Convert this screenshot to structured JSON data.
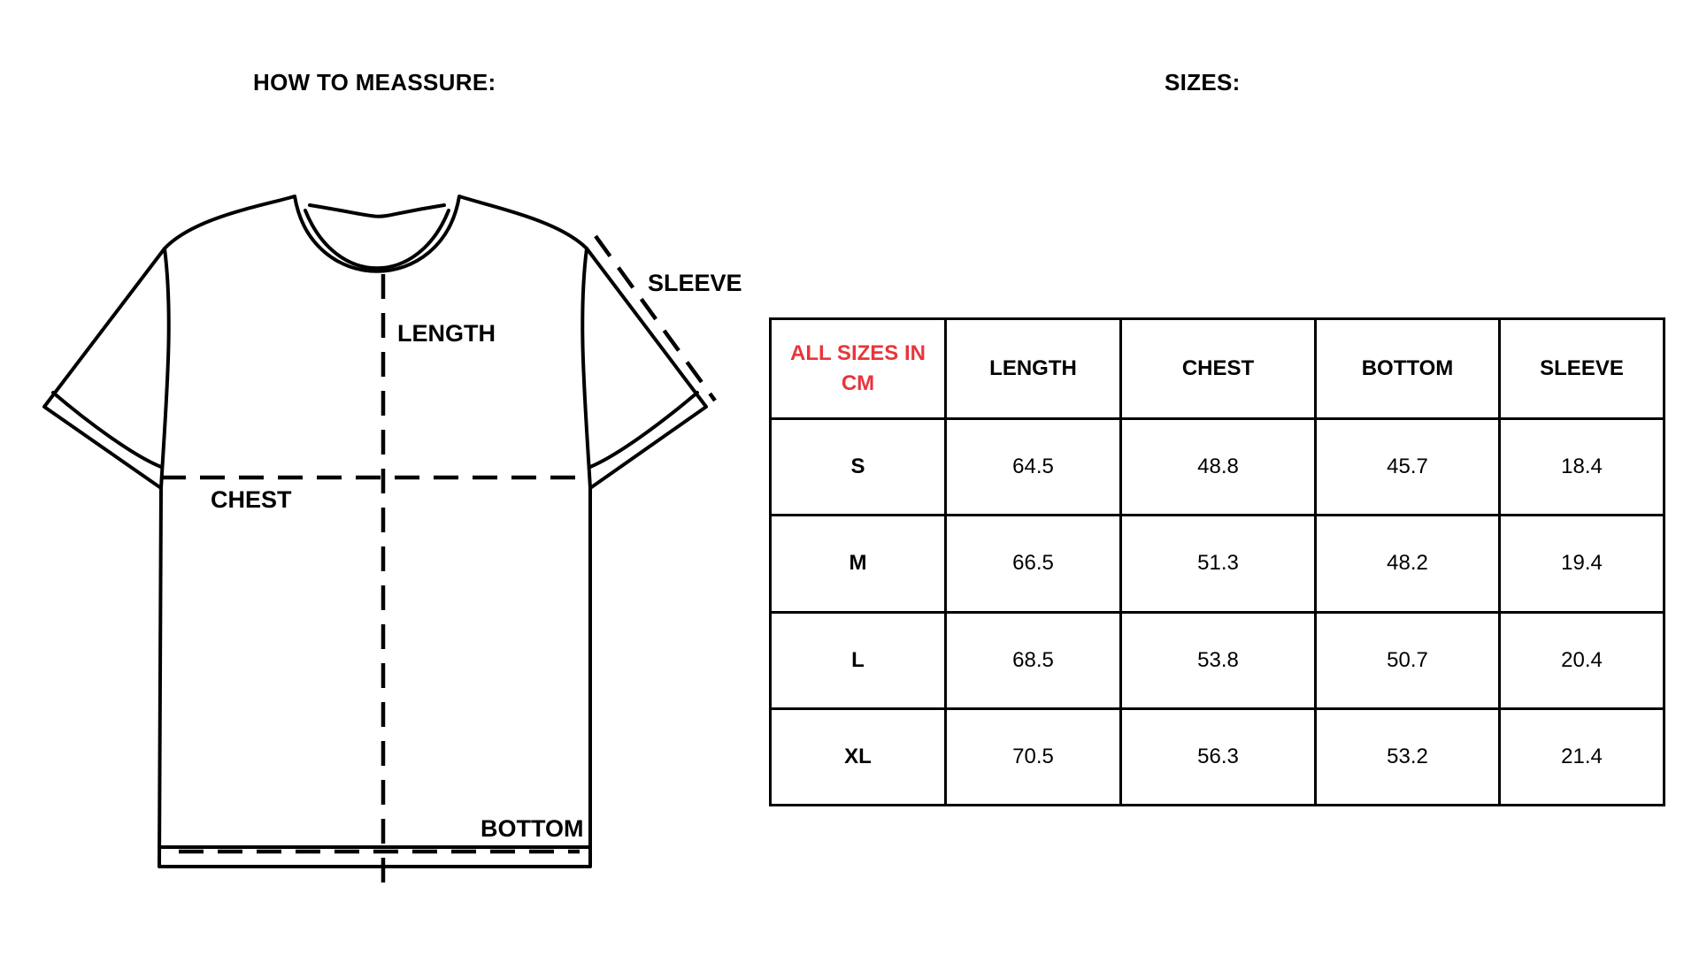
{
  "headings": {
    "how_to_measure": "HOW TO MEASSURE:",
    "sizes": "SIZES:"
  },
  "diagram": {
    "labels": {
      "length": "LENGTH",
      "chest": "CHEST",
      "sleeve": "SLEEVE",
      "bottom": "BOTTOM"
    }
  },
  "table": {
    "corner_label": "ALL SIZES IN CM",
    "corner_color": "#e8353b",
    "columns": [
      "LENGTH",
      "CHEST",
      "BOTTOM",
      "SLEEVE"
    ],
    "rows": [
      {
        "size": "S",
        "values": [
          "64.5",
          "48.8",
          "45.7",
          "18.4"
        ]
      },
      {
        "size": "M",
        "values": [
          "66.5",
          "51.3",
          "48.2",
          "19.4"
        ]
      },
      {
        "size": "L",
        "values": [
          "68.5",
          "53.8",
          "50.7",
          "20.4"
        ]
      },
      {
        "size": "XL",
        "values": [
          "70.5",
          "56.3",
          "53.2",
          "21.4"
        ]
      }
    ]
  }
}
